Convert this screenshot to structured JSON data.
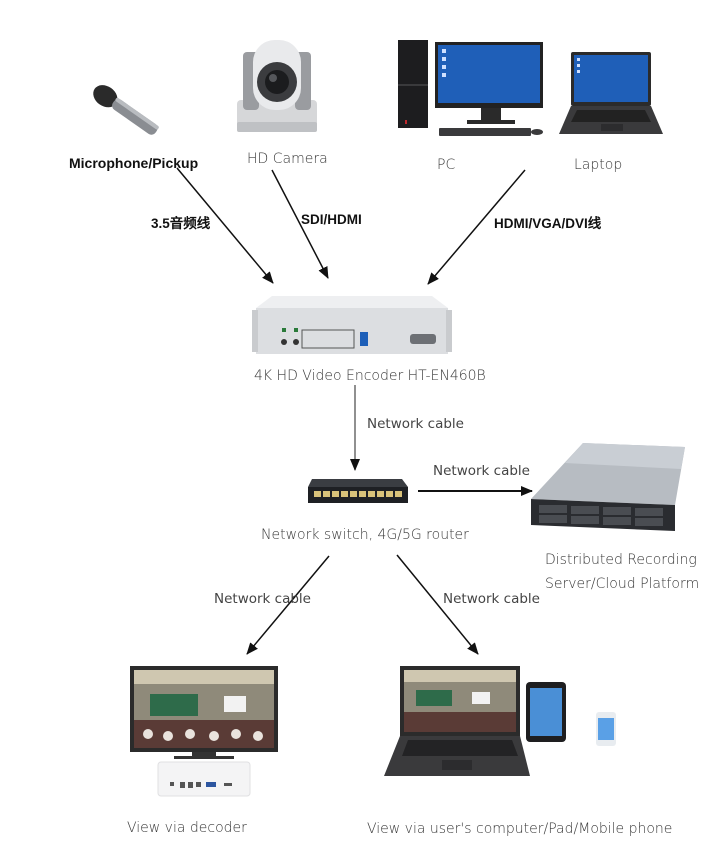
{
  "diagram": {
    "nodes": {
      "microphone": {
        "label": "Microphone/Pickup"
      },
      "camera": {
        "label": "HD Camera"
      },
      "pc": {
        "label": "PC"
      },
      "laptop": {
        "label": "Laptop"
      },
      "encoder": {
        "label": "4K HD Video Encoder HT-EN460B"
      },
      "switch": {
        "label": "Network switch, 4G/5G router"
      },
      "server": {
        "label_line1": "Distributed Recording",
        "label_line2": "Server/Cloud Platform"
      },
      "decoder_view": {
        "label": "View via decoder"
      },
      "user_view": {
        "label": "View via user's computer/Pad/Mobile phone"
      }
    },
    "edges": [
      {
        "from": "microphone",
        "to": "encoder",
        "label": "3.5音频线"
      },
      {
        "from": "camera",
        "to": "encoder",
        "label": "SDI/HDMI"
      },
      {
        "from": "pc",
        "to": "encoder",
        "label": "HDMI/VGA/DVI线"
      },
      {
        "from": "encoder",
        "to": "switch",
        "label": "Network cable"
      },
      {
        "from": "switch",
        "to": "server",
        "label": "Network cable"
      },
      {
        "from": "switch",
        "to": "decoder_view",
        "label": "Network cable"
      },
      {
        "from": "switch",
        "to": "user_view",
        "label": "Network cable"
      }
    ]
  },
  "colors": {
    "screen_blue": "#1f5fb8",
    "arrow": "#111111",
    "device_silver": "#d8dadd",
    "device_dark": "#2b2b2b"
  }
}
